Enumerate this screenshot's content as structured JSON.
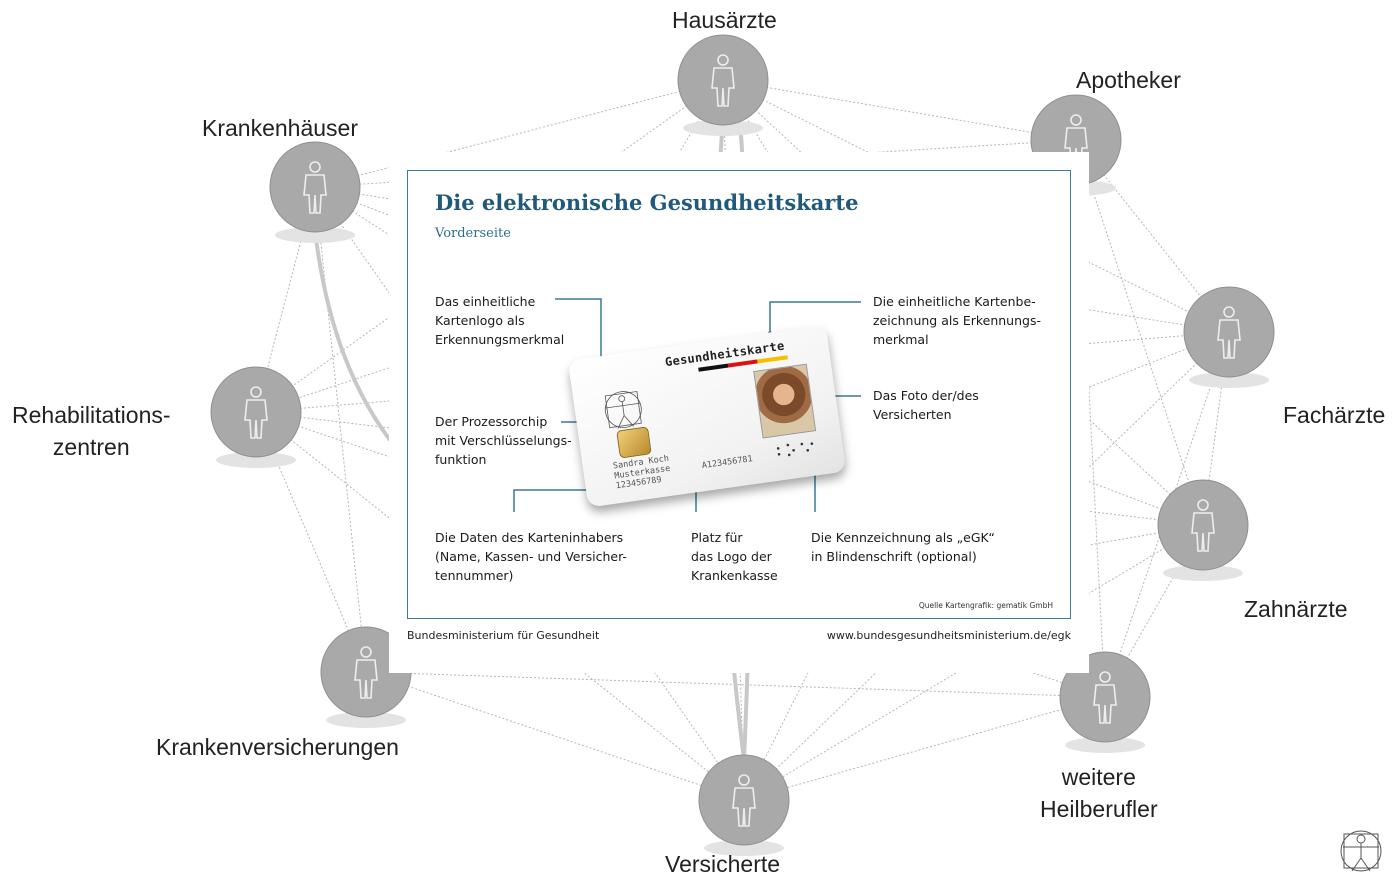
{
  "network": {
    "nodes": [
      {
        "id": "hausaerzte",
        "lines": [
          "Hausärzte"
        ]
      },
      {
        "id": "apotheker",
        "lines": [
          "Apotheker"
        ]
      },
      {
        "id": "krankenhaeuser",
        "lines": [
          "Krankenhäuser"
        ]
      },
      {
        "id": "rehabilitationszentren",
        "lines": [
          "Rehabilitations-",
          "zentren"
        ]
      },
      {
        "id": "fachaerzte",
        "lines": [
          "Fachärzte"
        ]
      },
      {
        "id": "zahnaerzte",
        "lines": [
          "Zahnärzte"
        ]
      },
      {
        "id": "krankenversicherungen",
        "lines": [
          "Krankenversicherungen"
        ]
      },
      {
        "id": "weitere_heilberufler",
        "lines": [
          "weitere",
          "Heilberufler"
        ]
      },
      {
        "id": "versicherte",
        "lines": [
          "Versicherte"
        ]
      }
    ]
  },
  "card_figure": {
    "title": "Die elektronische Gesundheitskarte",
    "subtitle": "Vorderseite",
    "callouts": {
      "logo": [
        "Das einheitliche",
        "Kartenlogo als",
        "Erkennungsmerkmal"
      ],
      "chip": [
        "Der Prozessorchip",
        "mit Verschlüsselungs-",
        "funktion"
      ],
      "holder_data": [
        "Die Daten des Karteninhabers",
        "(Name, Kassen- und Versicher-",
        "tennummer)"
      ],
      "insurer_logo": [
        "Platz für",
        "das Logo der",
        "Krankenkasse"
      ],
      "braille": [
        "Die Kennzeichnung als „eGK“",
        "in Blindenschrift (optional)"
      ],
      "card_name": [
        "Die einheitliche Kartenbe-",
        "zeichnung als Erkennungs-",
        "merkmal"
      ],
      "photo": [
        "Das Foto der/des",
        "Versicherten"
      ]
    },
    "card": {
      "brand": "Gesundheitskarte",
      "holder_lines": [
        "Sandra Koch",
        "Musterkasse",
        "123456789"
      ],
      "number": "A123456781"
    },
    "source": "Quelle Kartengrafik: gematik GmbH",
    "ministry": "Bundesministerium für Gesundheit",
    "website": "www.bundesgesundheitsministerium.de/egk"
  },
  "colors": {
    "node_fill": "#a9a9a9",
    "accent_blue": "#1f5a7a",
    "frame": "#3d7a94"
  }
}
